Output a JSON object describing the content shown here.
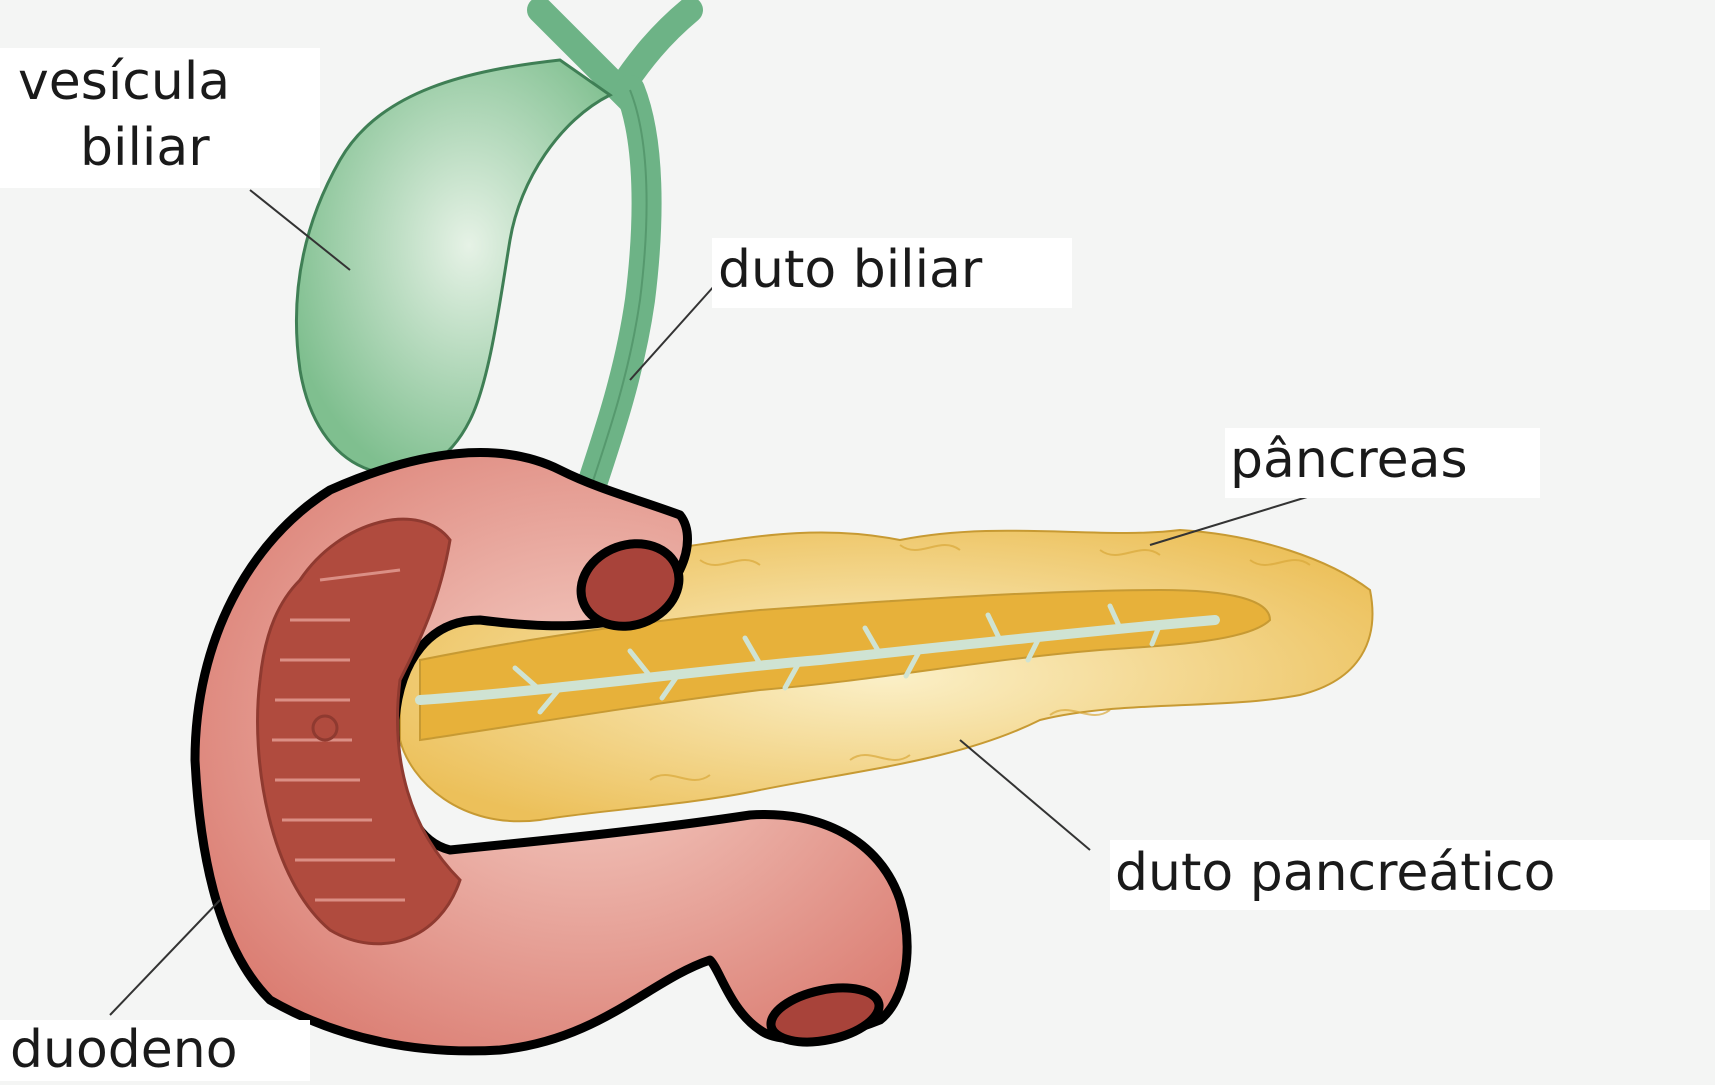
{
  "labels": {
    "gallbladder": [
      "vesícula",
      "biliar"
    ],
    "bile_duct": "duto biliar",
    "pancreas": "pâncreas",
    "pancreatic_duct": "duto pancreático",
    "duodenum": "duodeno"
  },
  "colors": {
    "background": "#f4f5f4",
    "gallbladder": "#7fbf8f",
    "bile_duct": "#6db386",
    "pancreas": "#f1c75a",
    "pancreatic_duct_channel": "#e7b13a",
    "pancreatic_duct": "#cfe3d3",
    "duodenum": "#e1867a",
    "duodenum_inner": "#b04b3e",
    "outline": "#000000"
  }
}
